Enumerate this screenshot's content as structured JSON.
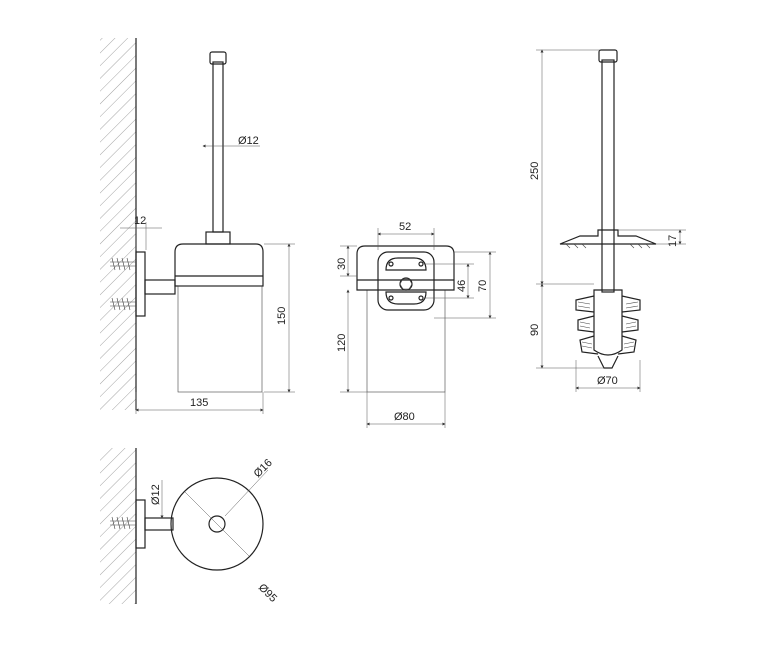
{
  "dimensions": {
    "rod_diameter": "Ø12",
    "wall_offset": "12",
    "holder_height": "150",
    "total_depth": "135",
    "bracket_width": "52",
    "bracket_height": "30",
    "bracket_hole_spacing": "46",
    "bracket_outer": "70",
    "glass_height": "120",
    "glass_diameter": "Ø80",
    "brush_length": "250",
    "lid_height": "17",
    "brush_head_height": "90",
    "brush_head_diameter": "Ø70",
    "rosette_rod_diameter": "Ø12",
    "rosette_hole_diameter": "Ø16",
    "rosette_diameter": "Ø95"
  }
}
